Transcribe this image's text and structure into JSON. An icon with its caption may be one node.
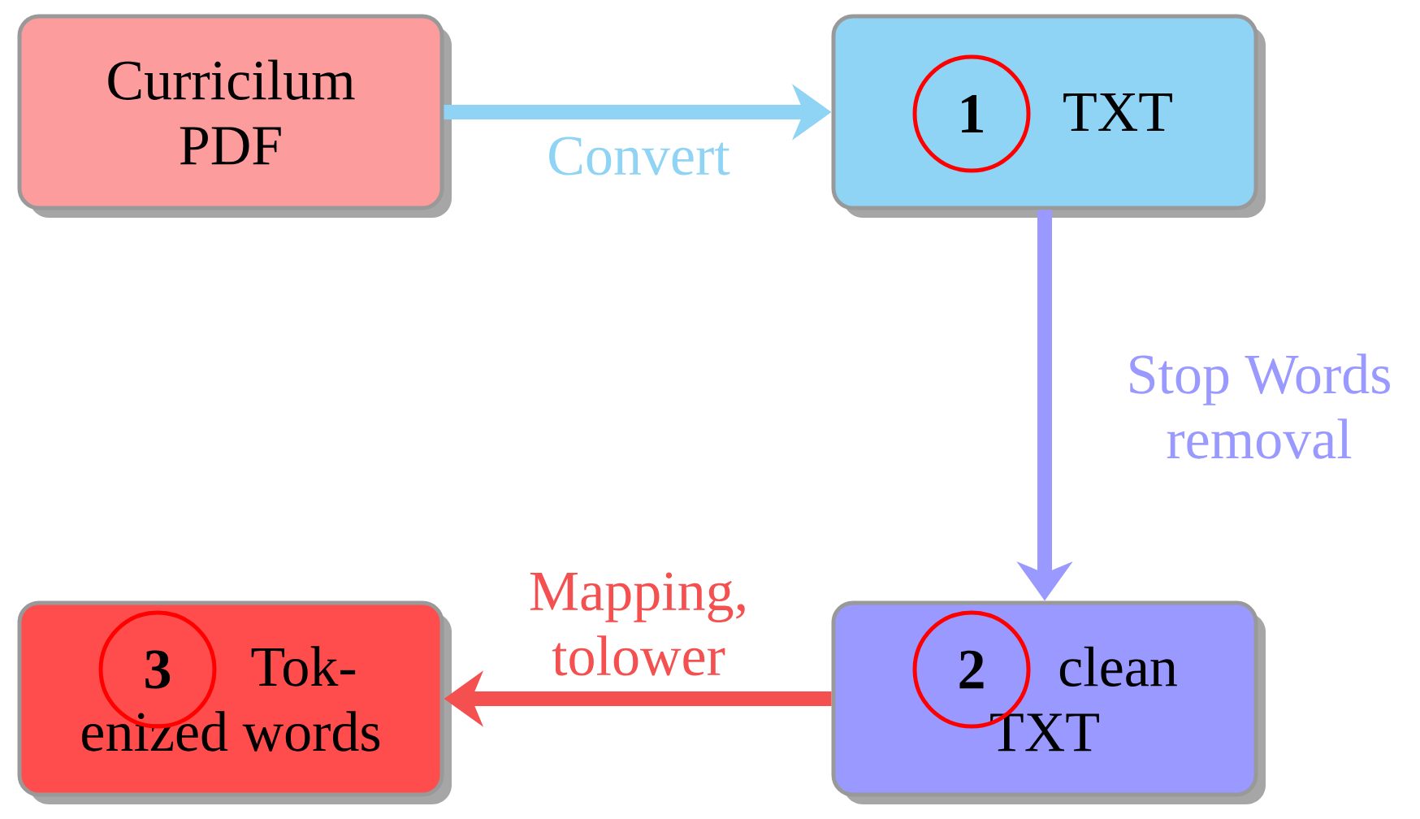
{
  "diagram": {
    "nodes": [
      {
        "text": [
          "Curricilum PDF"
        ]
      },
      {
        "text": [
          "TXT"
        ]
      },
      {
        "text": [
          "1"
        ],
        "in": 1
      },
      {
        "text": [
          "clean TXT"
        ]
      },
      {
        "text": [
          "2"
        ],
        "in": 3
      },
      {
        "text": [
          "Tok- enized words"
        ]
      },
      {
        "text": [
          "3"
        ],
        "in": 5
      }
    ],
    "edges": [
      {
        "from": 0,
        "to": 1,
        "arrow": "to",
        "label": "Convert",
        "color": "#8fd3f5"
      },
      {
        "from": 1,
        "to": 3,
        "arrow": "to",
        "label": "Stop Words removal",
        "color": "#9999ff"
      },
      {
        "from": 3,
        "to": 5,
        "arrow": "to",
        "label": "Mapping, tolower",
        "color": "#f55050"
      }
    ]
  }
}
